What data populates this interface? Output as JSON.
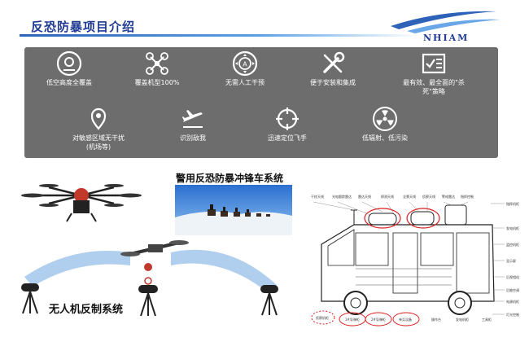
{
  "header": {
    "title": "反恐防暴项目介绍",
    "logo": "NHIAM"
  },
  "features": [
    {
      "icon": "altitude-target-icon",
      "label": "低空高度全覆盖"
    },
    {
      "icon": "drone-icon",
      "label": "覆盖机型100%"
    },
    {
      "icon": "gamepad-icon",
      "label": "无需人工干预"
    },
    {
      "icon": "tools-icon",
      "label": "便于安装和集成"
    },
    {
      "icon": "checklist-icon",
      "label": "最有效、最全面的\"杀\n死\"策略"
    },
    {
      "icon": "location-pin-icon",
      "label": "对敏感区域无干扰\n(机场等)"
    },
    {
      "icon": "airplane-icon",
      "label": "识别敌我"
    },
    {
      "icon": "crosshair-icon",
      "label": "迅速定位飞手"
    },
    {
      "icon": "radiation-icon",
      "label": "低辐射、低污染"
    }
  ],
  "vehicle": {
    "title": "警用反恐防暴冲锋车系统",
    "callouts_top": [
      "干扰天线",
      "光电跟踪雷达",
      "雷达天线",
      "探测天线",
      "全景天线",
      "侦察天线",
      "警戒雷达",
      "指挥控制"
    ],
    "callouts_right": [
      "指挥机柜",
      "发电机柜",
      "监控机柜",
      "显示屏",
      "后视相机",
      "后舱空调",
      "电源机柜",
      "灯光控制"
    ],
    "callouts_bottom": [
      "侦察机柜",
      "1#导弹柜",
      "2#导弹柜",
      "单兵设备",
      "操作台",
      "发电机柜",
      "工具柜"
    ]
  },
  "uav": {
    "title": "无人机反制系统"
  }
}
